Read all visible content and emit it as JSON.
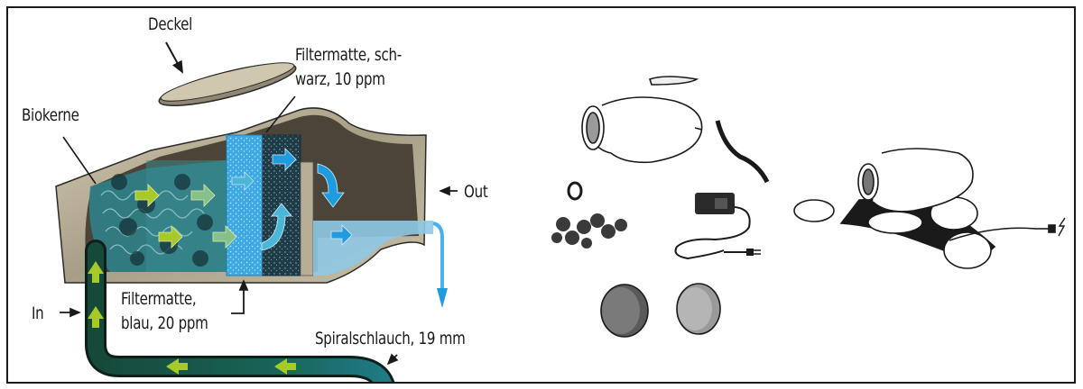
{
  "diagram": {
    "title": "Filter cross-section with components",
    "labels": {
      "lid": "Deckel",
      "filter_black_line1": "Filtermatte, sch-",
      "filter_black_line2": "warz, 10 ppm",
      "bio_cores": "Biokerne",
      "out": "Out",
      "in": "In",
      "filter_blue_line1": "Filtermatte,",
      "filter_blue_line2": "blau, 20 ppm",
      "hose": "Spiralschlauch, 19 mm"
    },
    "colors": {
      "frame": "#1a1a1a",
      "stone": "#b8ae96",
      "stone_dark": "#6e6656",
      "interior": "#4a4538",
      "water_teal": "#2f7f86",
      "filter_blue": "#3fa9e3",
      "filter_black": "#1c3a47",
      "flow_arrow_blue": "#1f9be0",
      "flow_arrow_green": "#a8c92a",
      "hose_dark": "#15493a",
      "hose_light": "#1f7a86"
    },
    "components": [
      "amphora-vessel",
      "lid",
      "hose-piece",
      "hose-clamp",
      "bio-cores",
      "pump-with-cable-and-plug",
      "filter-mat-black",
      "filter-mat-blue"
    ],
    "assembly": "assembled-amphora-with-stones-and-power-plug"
  }
}
